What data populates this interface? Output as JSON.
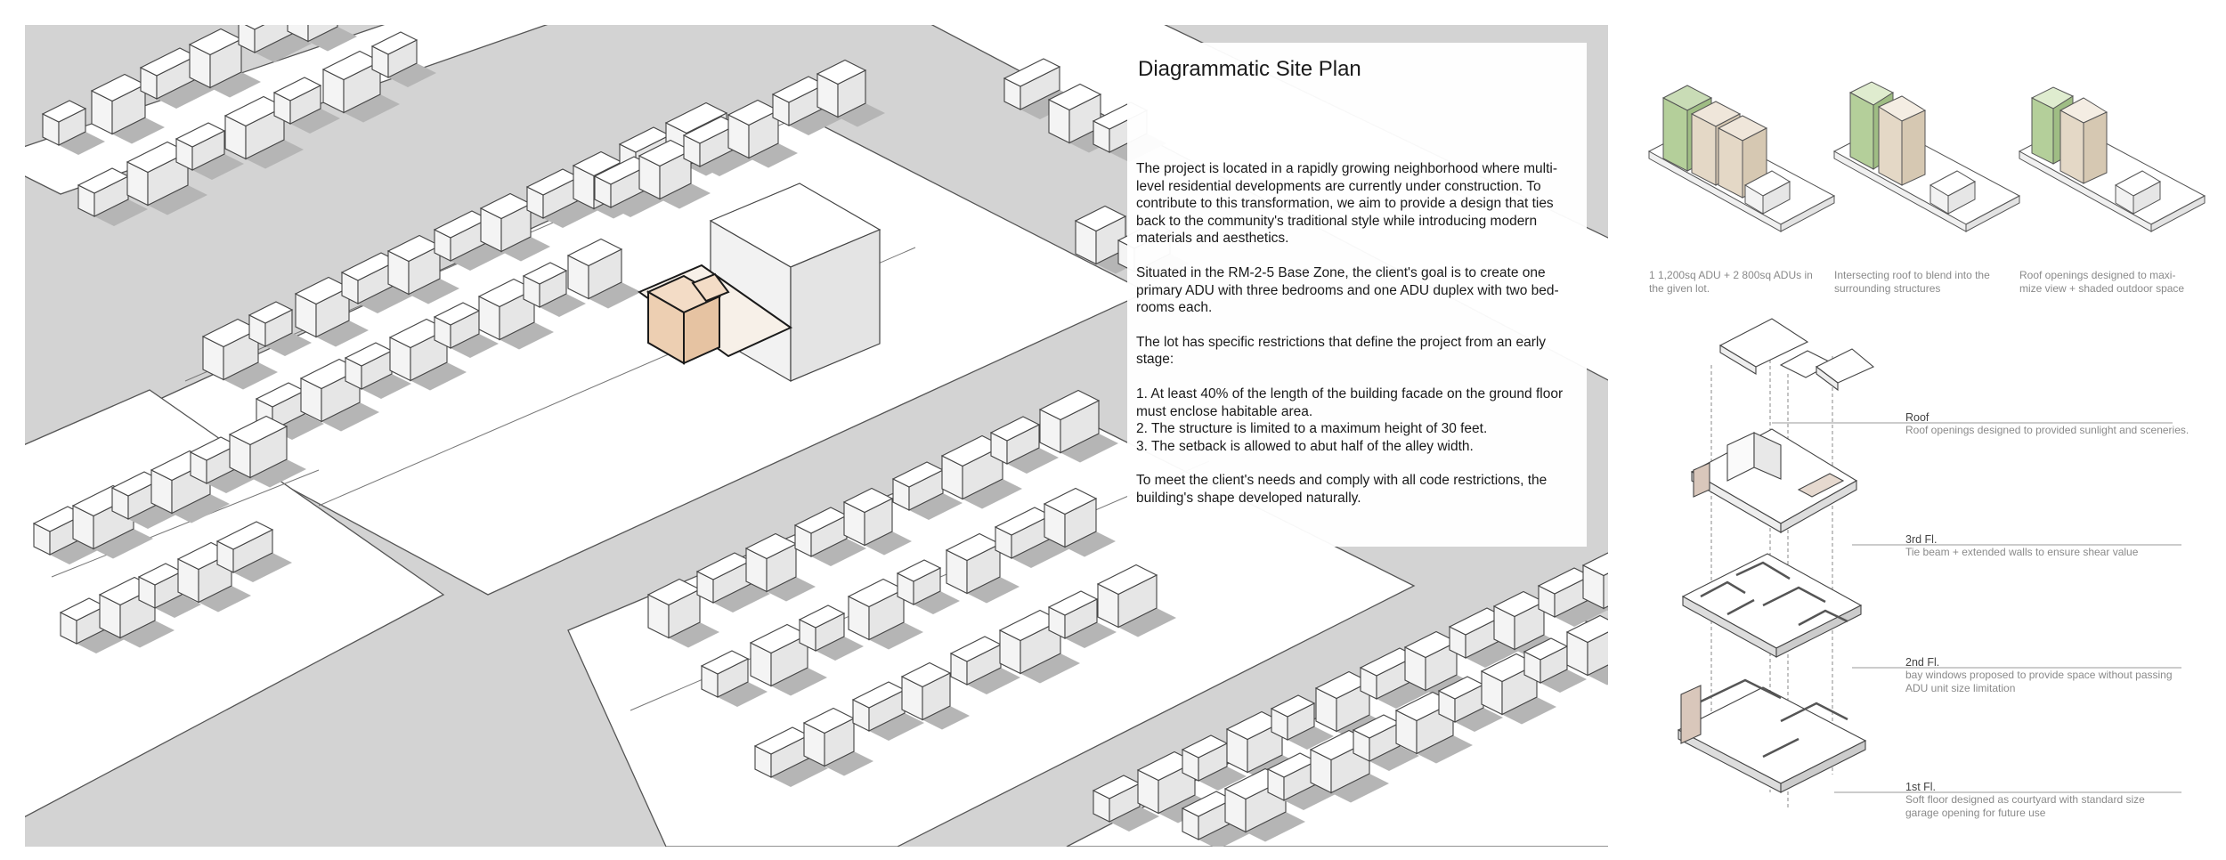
{
  "site_plan": {
    "title": "Diagrammatic Site Plan",
    "paragraphs": [
      "The project is located in a rapidly growing neighborhood where multi-level residential developments are currently under construction. To contribute to this transformation, we aim to provide a design that ties back to the community's traditional style while introducing modern materials and aesthetics.",
      "Situated in the RM-2-5 Base Zone, the client's goal is to create one primary ADU with three bedrooms and one ADU duplex with two bed-rooms each.",
      "The lot has specific restrictions that define the project from an early stage:"
    ],
    "restrictions": [
      "1. At least 40% of the length of the building facade on the ground floor must enclose habitable area.",
      "2. The structure is limited to a maximum height of 30 feet.",
      "3. The setback is allowed to abut half of the alley width."
    ],
    "closing": "To meet the client's needs and comply with all code restrictions, the building's shape developed naturally."
  },
  "massing_studies": [
    {
      "caption": "1 1,200sq ADU + 2 800sq ADUs in the given lot."
    },
    {
      "caption": "Intersecting roof to blend into the surrounding structures"
    },
    {
      "caption": "Roof openings designed to maxi-mize view + shaded outdoor space"
    }
  ],
  "levels": [
    {
      "name": "Roof",
      "description": "Roof openings designed to provided sunlight and sceneries."
    },
    {
      "name": "3rd Fl.",
      "description": "Tie beam + extended walls to ensure shear value"
    },
    {
      "name": "2nd Fl.",
      "description": "bay windows proposed to provide space without passing ADU unit size limitation"
    },
    {
      "name": "1st Fl.",
      "description": "Soft floor designed as courtyard with standard size garage opening for future use"
    }
  ],
  "colors": {
    "street": "#d3d3d3",
    "lot": "#ffffff",
    "shadow": "#b5b5b5",
    "highlight_building": "#f3dcc6",
    "massing_green": "#b4cf9a",
    "massing_tan": "#e4d8c6",
    "leader_line": "#9a9a9a"
  }
}
